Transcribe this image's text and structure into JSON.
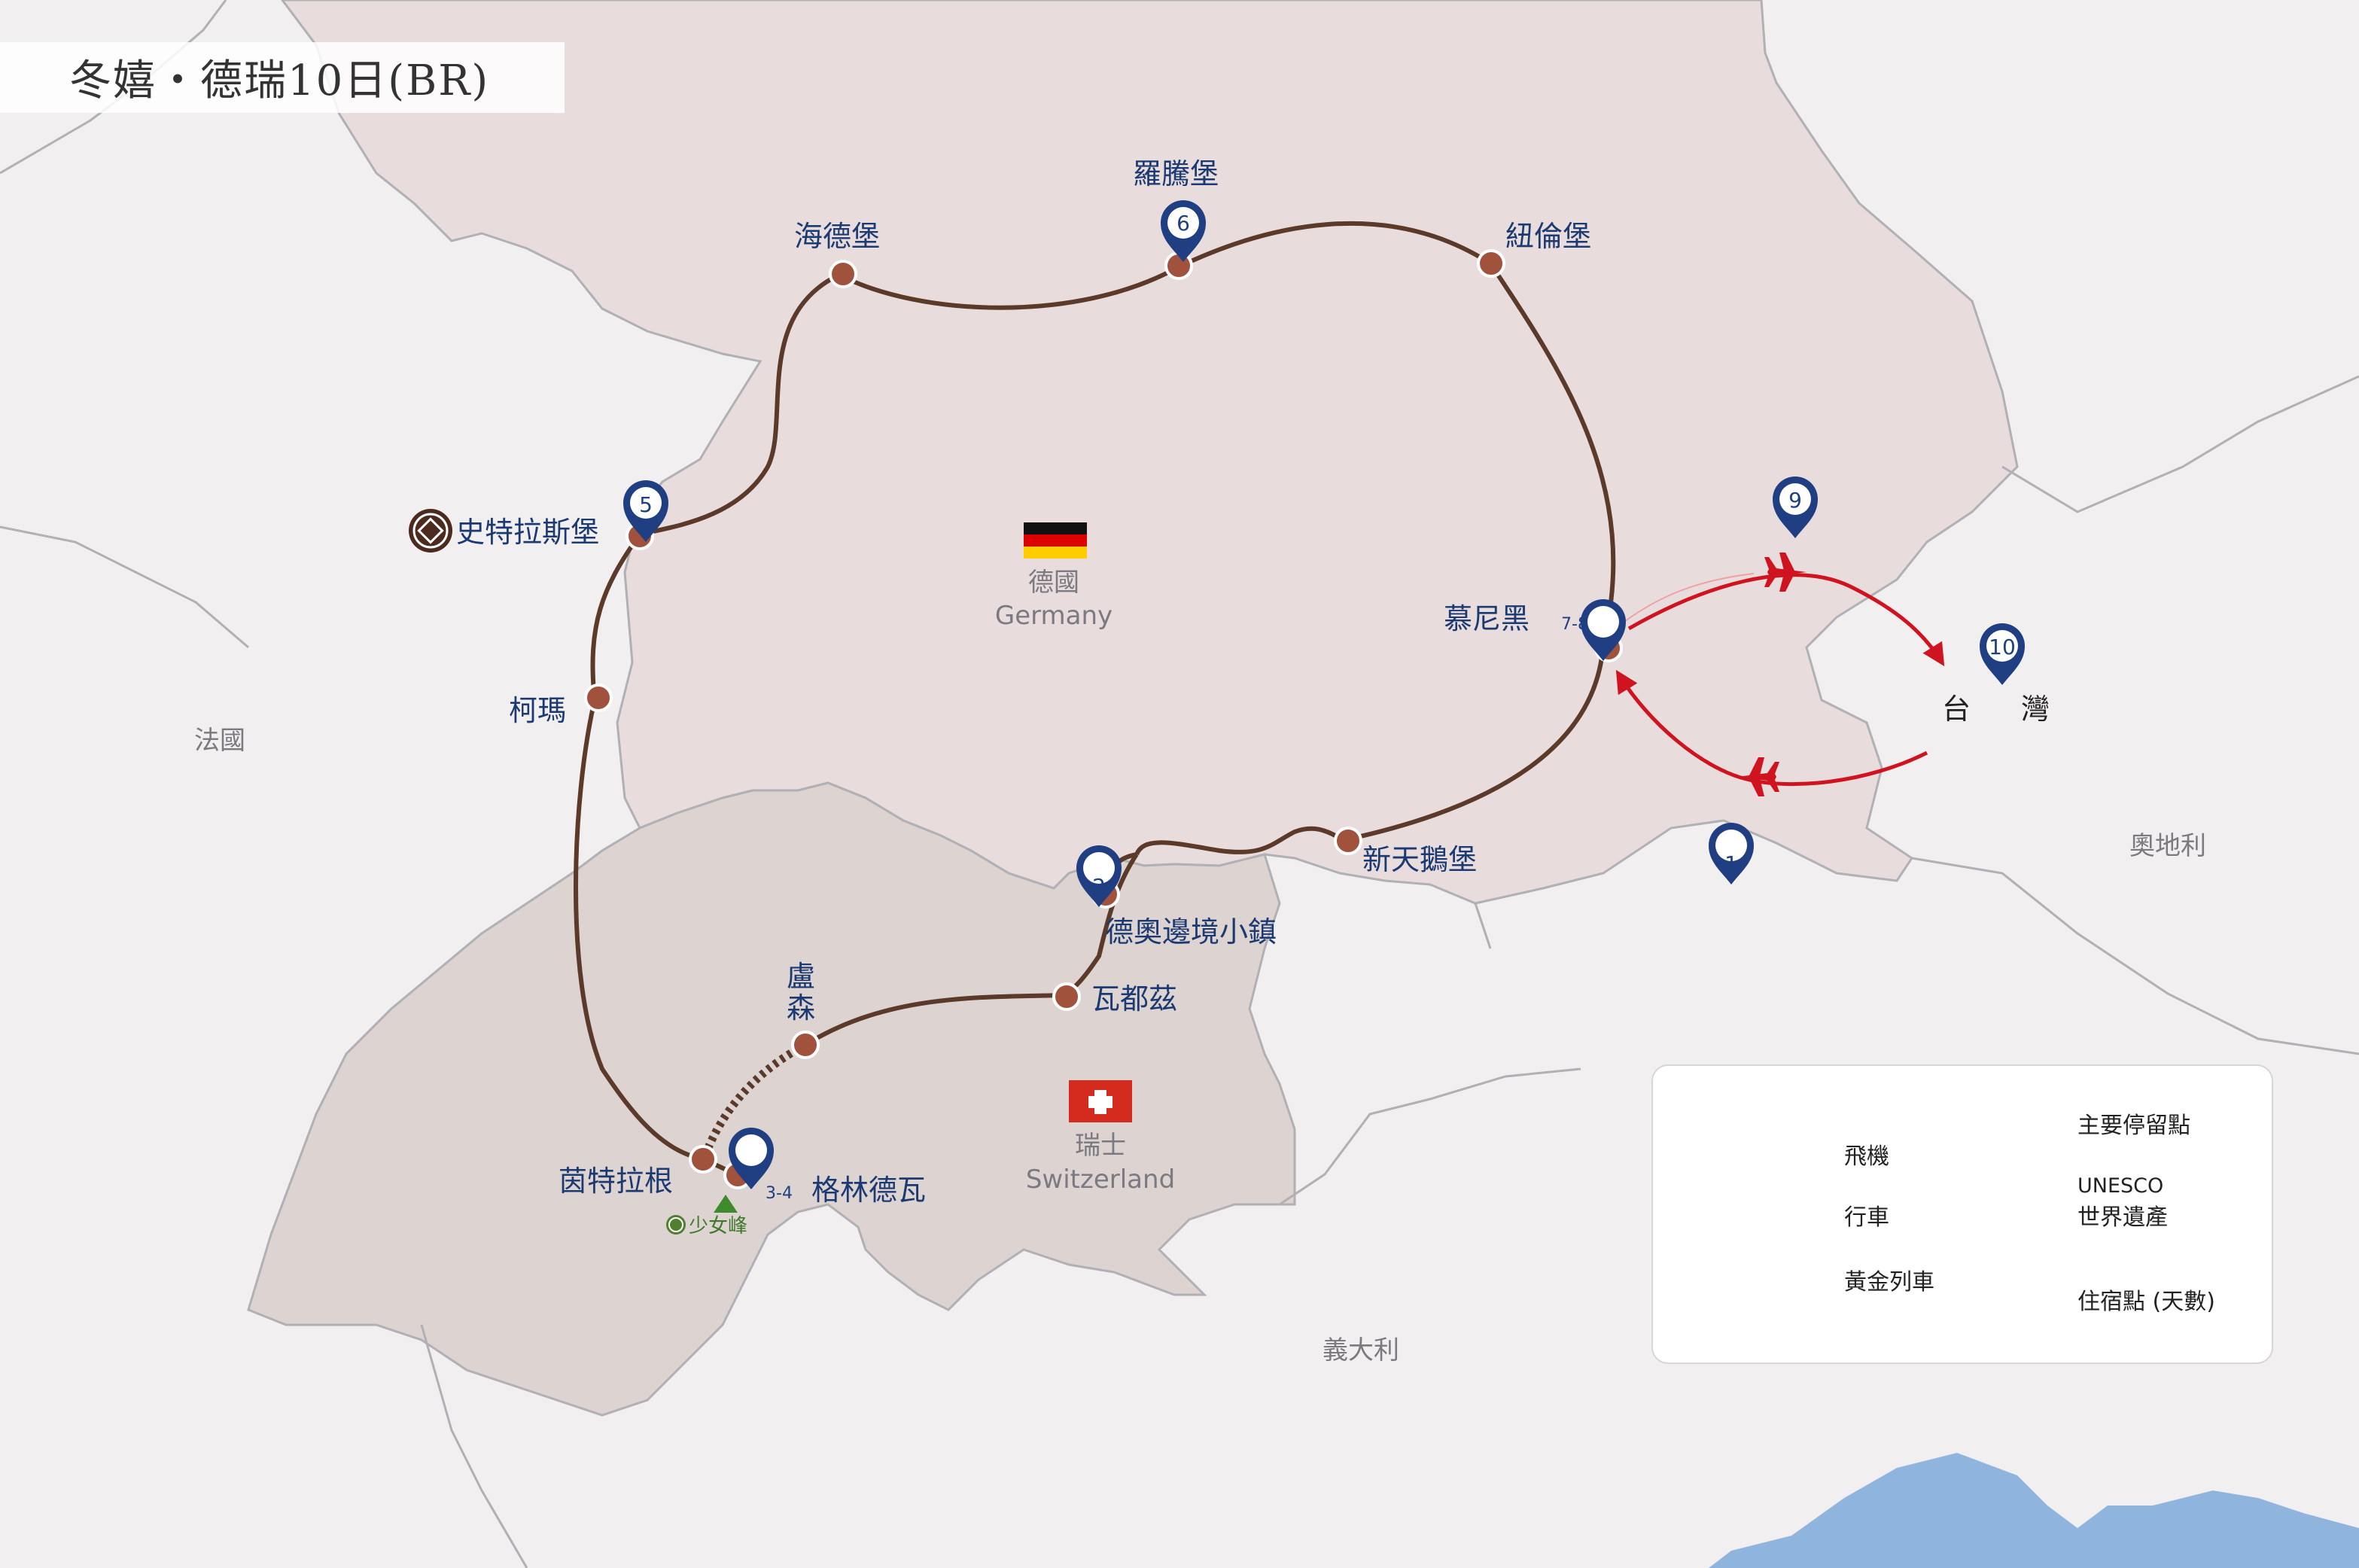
{
  "title": "冬嬉・德瑞10日(BR)",
  "countries": {
    "germany": {
      "zh": "德國",
      "en": "Germany"
    },
    "switzerland": {
      "zh": "瑞士",
      "en": "Switzerland"
    },
    "france": "法國",
    "austria": "奧地利",
    "italy": "義大利"
  },
  "cities": {
    "heidelberg": "海德堡",
    "rothenburg": "羅騰堡",
    "nuremberg": "紐倫堡",
    "strasbourg": "史特拉斯堡",
    "colmar": "柯瑪",
    "munich": "慕尼黑",
    "neuschwanstein": "新天鵝堡",
    "border_town": "德奧邊境小鎮",
    "waldshut": "瓦都茲",
    "lucerne_1": "盧",
    "lucerne_2": "森",
    "interlaken": "茵特拉根",
    "grindelwald": "格林德瓦",
    "jungfrau": "少女峰",
    "taiwan_1": "台",
    "taiwan_2": "灣"
  },
  "night_markers": {
    "d1": "1",
    "d2": "2",
    "d34": "3-4",
    "d5": "5",
    "d6": "6",
    "d78": "7-8",
    "d9": "9",
    "d10": "10"
  },
  "legend": {
    "flight": "飛機",
    "drive": "行車",
    "golden_pass": "黃金列車",
    "main_stop": "主要停留點",
    "unesco_line1": "UNESCO",
    "unesco_line2": "世界遺產",
    "stay": "住宿點 (天數)"
  },
  "colors": {
    "route": "#5c3a2a",
    "stop": "#a0523c",
    "flight": "#d0141f",
    "marker": "#1f3f82",
    "germany_fill": "#e8dcdc",
    "switzerland_fill": "#ddd3d0",
    "water": "#8fb5df",
    "border": "#b0b0b5",
    "label_blue": "#1c3a72"
  }
}
